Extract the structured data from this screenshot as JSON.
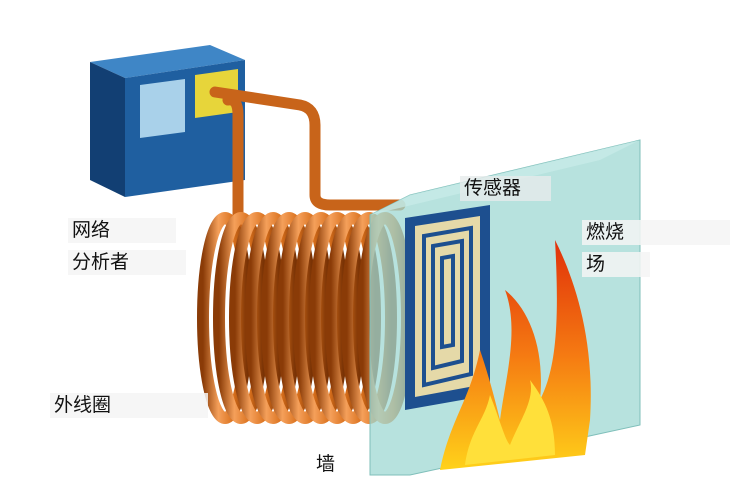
{
  "labels": {
    "analyzer_line1": "网络",
    "analyzer_line2": "分析者",
    "sensor": "传感器",
    "field_line1": "燃烧",
    "field_line2": "场",
    "coil": "外线圈",
    "wall": "墙"
  },
  "colors": {
    "box": "#1f5fa0",
    "coil": "#d9701c",
    "wall": "#9fd8d3",
    "sensor": "#1d4f8f",
    "flame": "#f04a10"
  }
}
